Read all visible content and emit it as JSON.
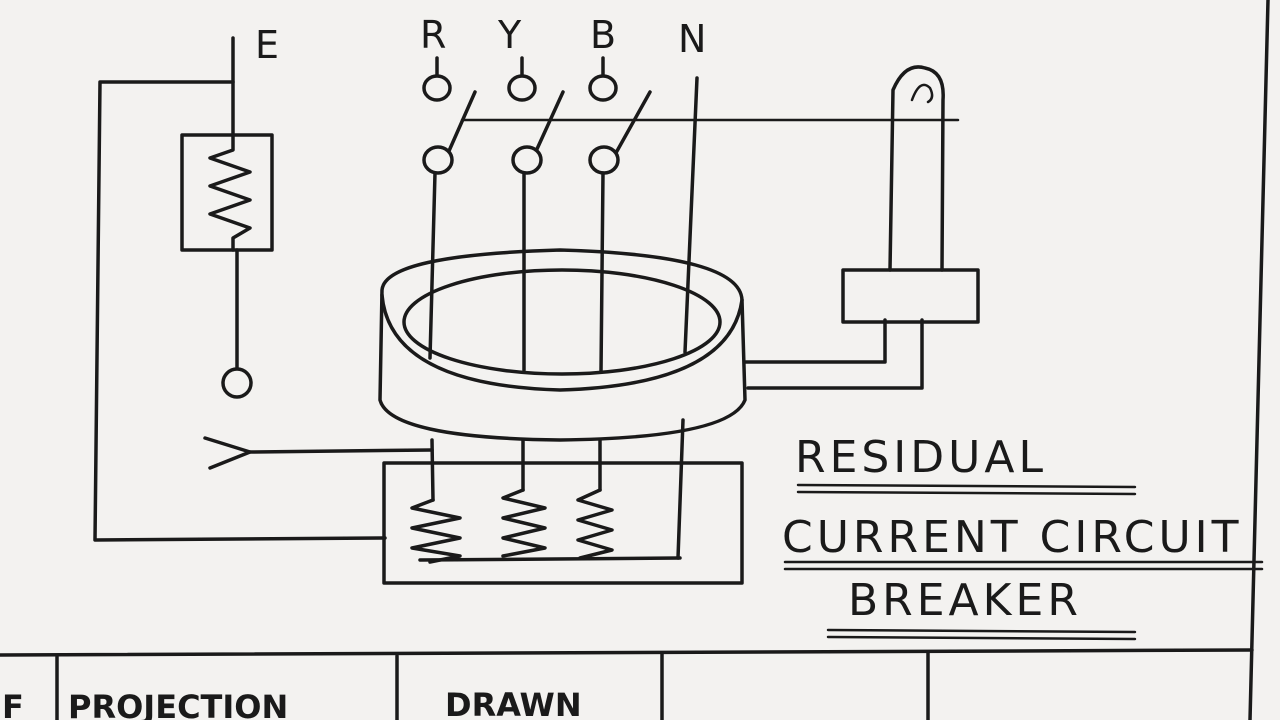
{
  "labels": {
    "earth": "E",
    "phase_r": "R",
    "phase_y": "Y",
    "phase_b": "B",
    "neutral": "N"
  },
  "title": {
    "line1": "RESIDUAL",
    "line2": "CURRENT CIRCUIT",
    "line3": "BREAKER"
  },
  "table": {
    "cell1": "F",
    "cell2": "PROJECTION",
    "cell3": "DRAWN"
  }
}
